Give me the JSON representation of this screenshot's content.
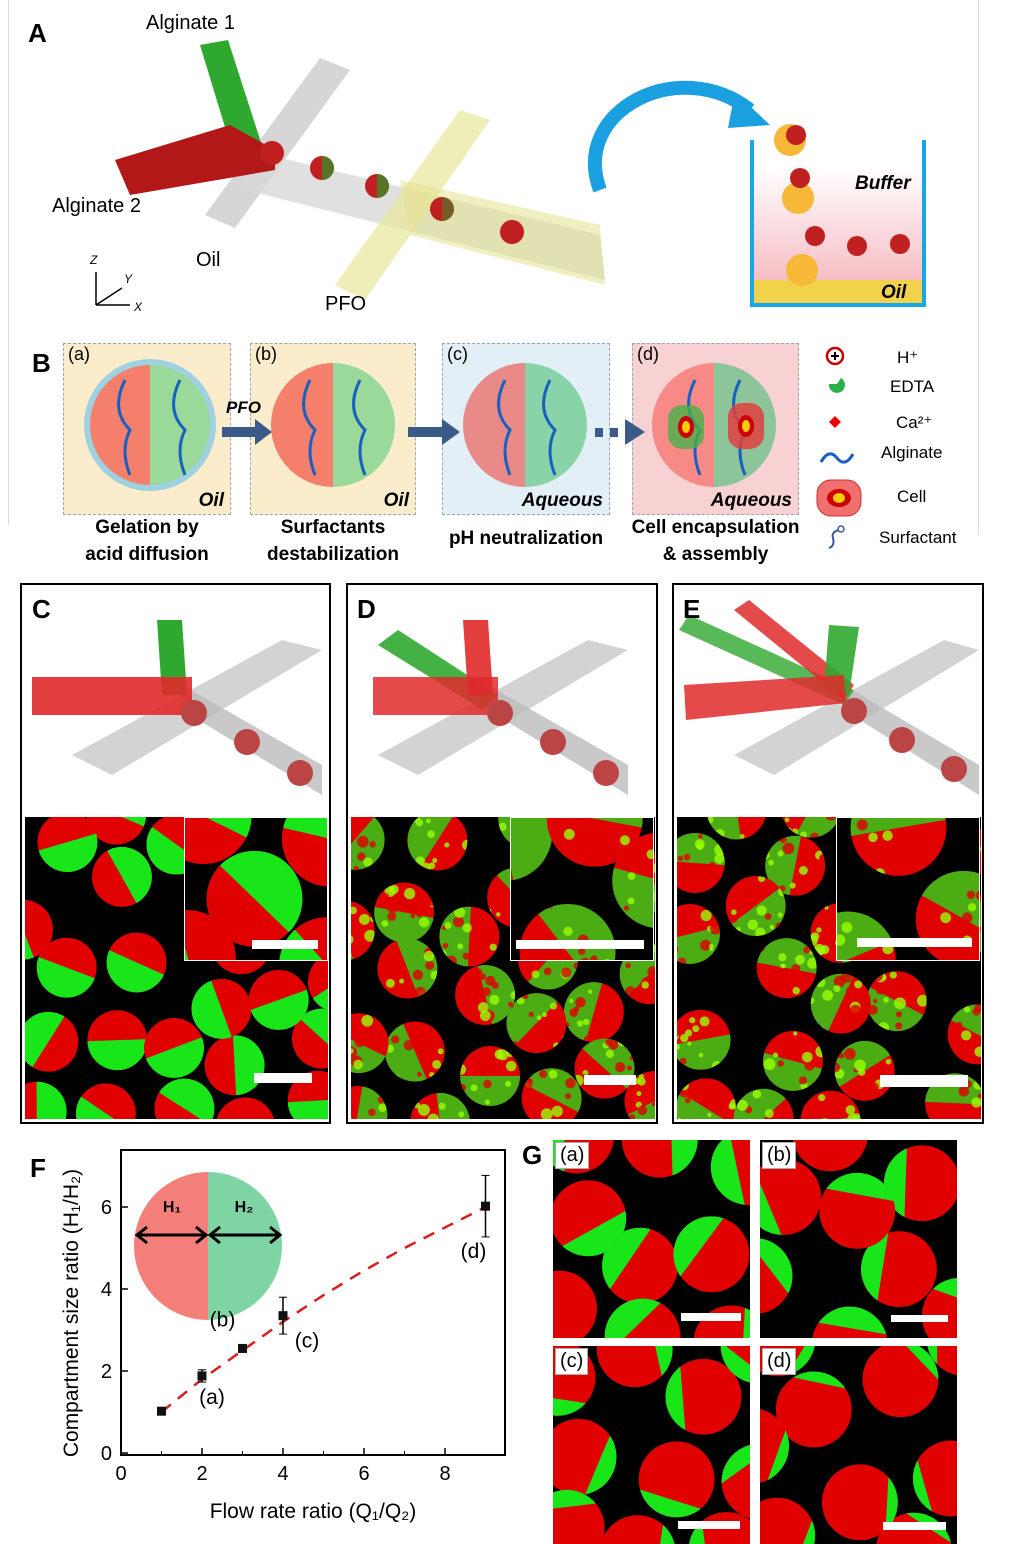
{
  "panel_labels": {
    "a": "A",
    "b": "B",
    "c": "C",
    "d": "D",
    "e": "E",
    "f": "F",
    "g": "G"
  },
  "panel_a": {
    "alginate1": "Alginate 1",
    "alginate2": "Alginate 2",
    "oil": "Oil",
    "pfo": "PFO",
    "axis_z": "Z",
    "axis_y": "Y",
    "axis_x": "X",
    "beaker_buffer": "Buffer",
    "beaker_oil": "Oil"
  },
  "panel_b": {
    "steps": [
      {
        "tag": "(a)",
        "medium": "Oil",
        "caption1": "Gelation by",
        "caption2": "acid diffusion"
      },
      {
        "tag": "(b)",
        "medium": "Oil",
        "caption1": "Surfactants",
        "caption2": "destabilization"
      },
      {
        "tag": "(c)",
        "medium": "Aqueous",
        "caption1": "pH neutralization",
        "caption2": ""
      },
      {
        "tag": "(d)",
        "medium": "Aqueous",
        "caption1": "Cell encapsulation",
        "caption2": "& assembly"
      }
    ],
    "arrow_label": "PFO",
    "legend": [
      {
        "icon": "proton-icon",
        "label": "H⁺"
      },
      {
        "icon": "edta-icon",
        "label": "EDTA"
      },
      {
        "icon": "calcium-icon",
        "label": "Ca²⁺"
      },
      {
        "icon": "alginate-icon",
        "label": "Alginate"
      },
      {
        "icon": "cell-icon",
        "label": "Cell"
      },
      {
        "icon": "surfactant-icon",
        "label": "Surfactant"
      }
    ]
  },
  "panel_f_inset": {
    "h1": "H₁",
    "h2": "H₂"
  },
  "panel_g_tags": [
    "(a)",
    "(b)",
    "(c)",
    "(d)"
  ],
  "colors": {
    "red": "#e00000",
    "green": "#19e619",
    "dash": "#d42020",
    "pink": "#f28080",
    "teal": "#7fd4a4"
  },
  "chart_data": {
    "type": "scatter",
    "title": "",
    "xlabel": "Flow rate ratio (Q₁/Q₂)",
    "ylabel": "Compartment size ratio (H₁/H₂)",
    "xlim": [
      0,
      9.5
    ],
    "ylim": [
      -0.3,
      7.4
    ],
    "xticks": [
      0,
      2,
      4,
      6,
      8
    ],
    "yticks": [
      0,
      2,
      4,
      6
    ],
    "grid": false,
    "points": [
      {
        "x": 1,
        "y": 1.02,
        "err": 0.05,
        "label": ""
      },
      {
        "x": 2,
        "y": 1.88,
        "err": 0.15,
        "label": "(a)"
      },
      {
        "x": 3,
        "y": 2.55,
        "err": 0.05,
        "label": "(b)"
      },
      {
        "x": 4,
        "y": 3.35,
        "err": 0.45,
        "label": "(c)"
      },
      {
        "x": 9,
        "y": 6.02,
        "err": 0.75,
        "label": "(d)"
      }
    ],
    "fit": {
      "style": "dashed",
      "x": [
        1,
        2,
        3,
        4,
        5,
        6,
        7,
        8,
        9
      ],
      "y": [
        1.0,
        1.8,
        2.5,
        3.2,
        3.85,
        4.45,
        5.0,
        5.5,
        6.0
      ]
    }
  }
}
